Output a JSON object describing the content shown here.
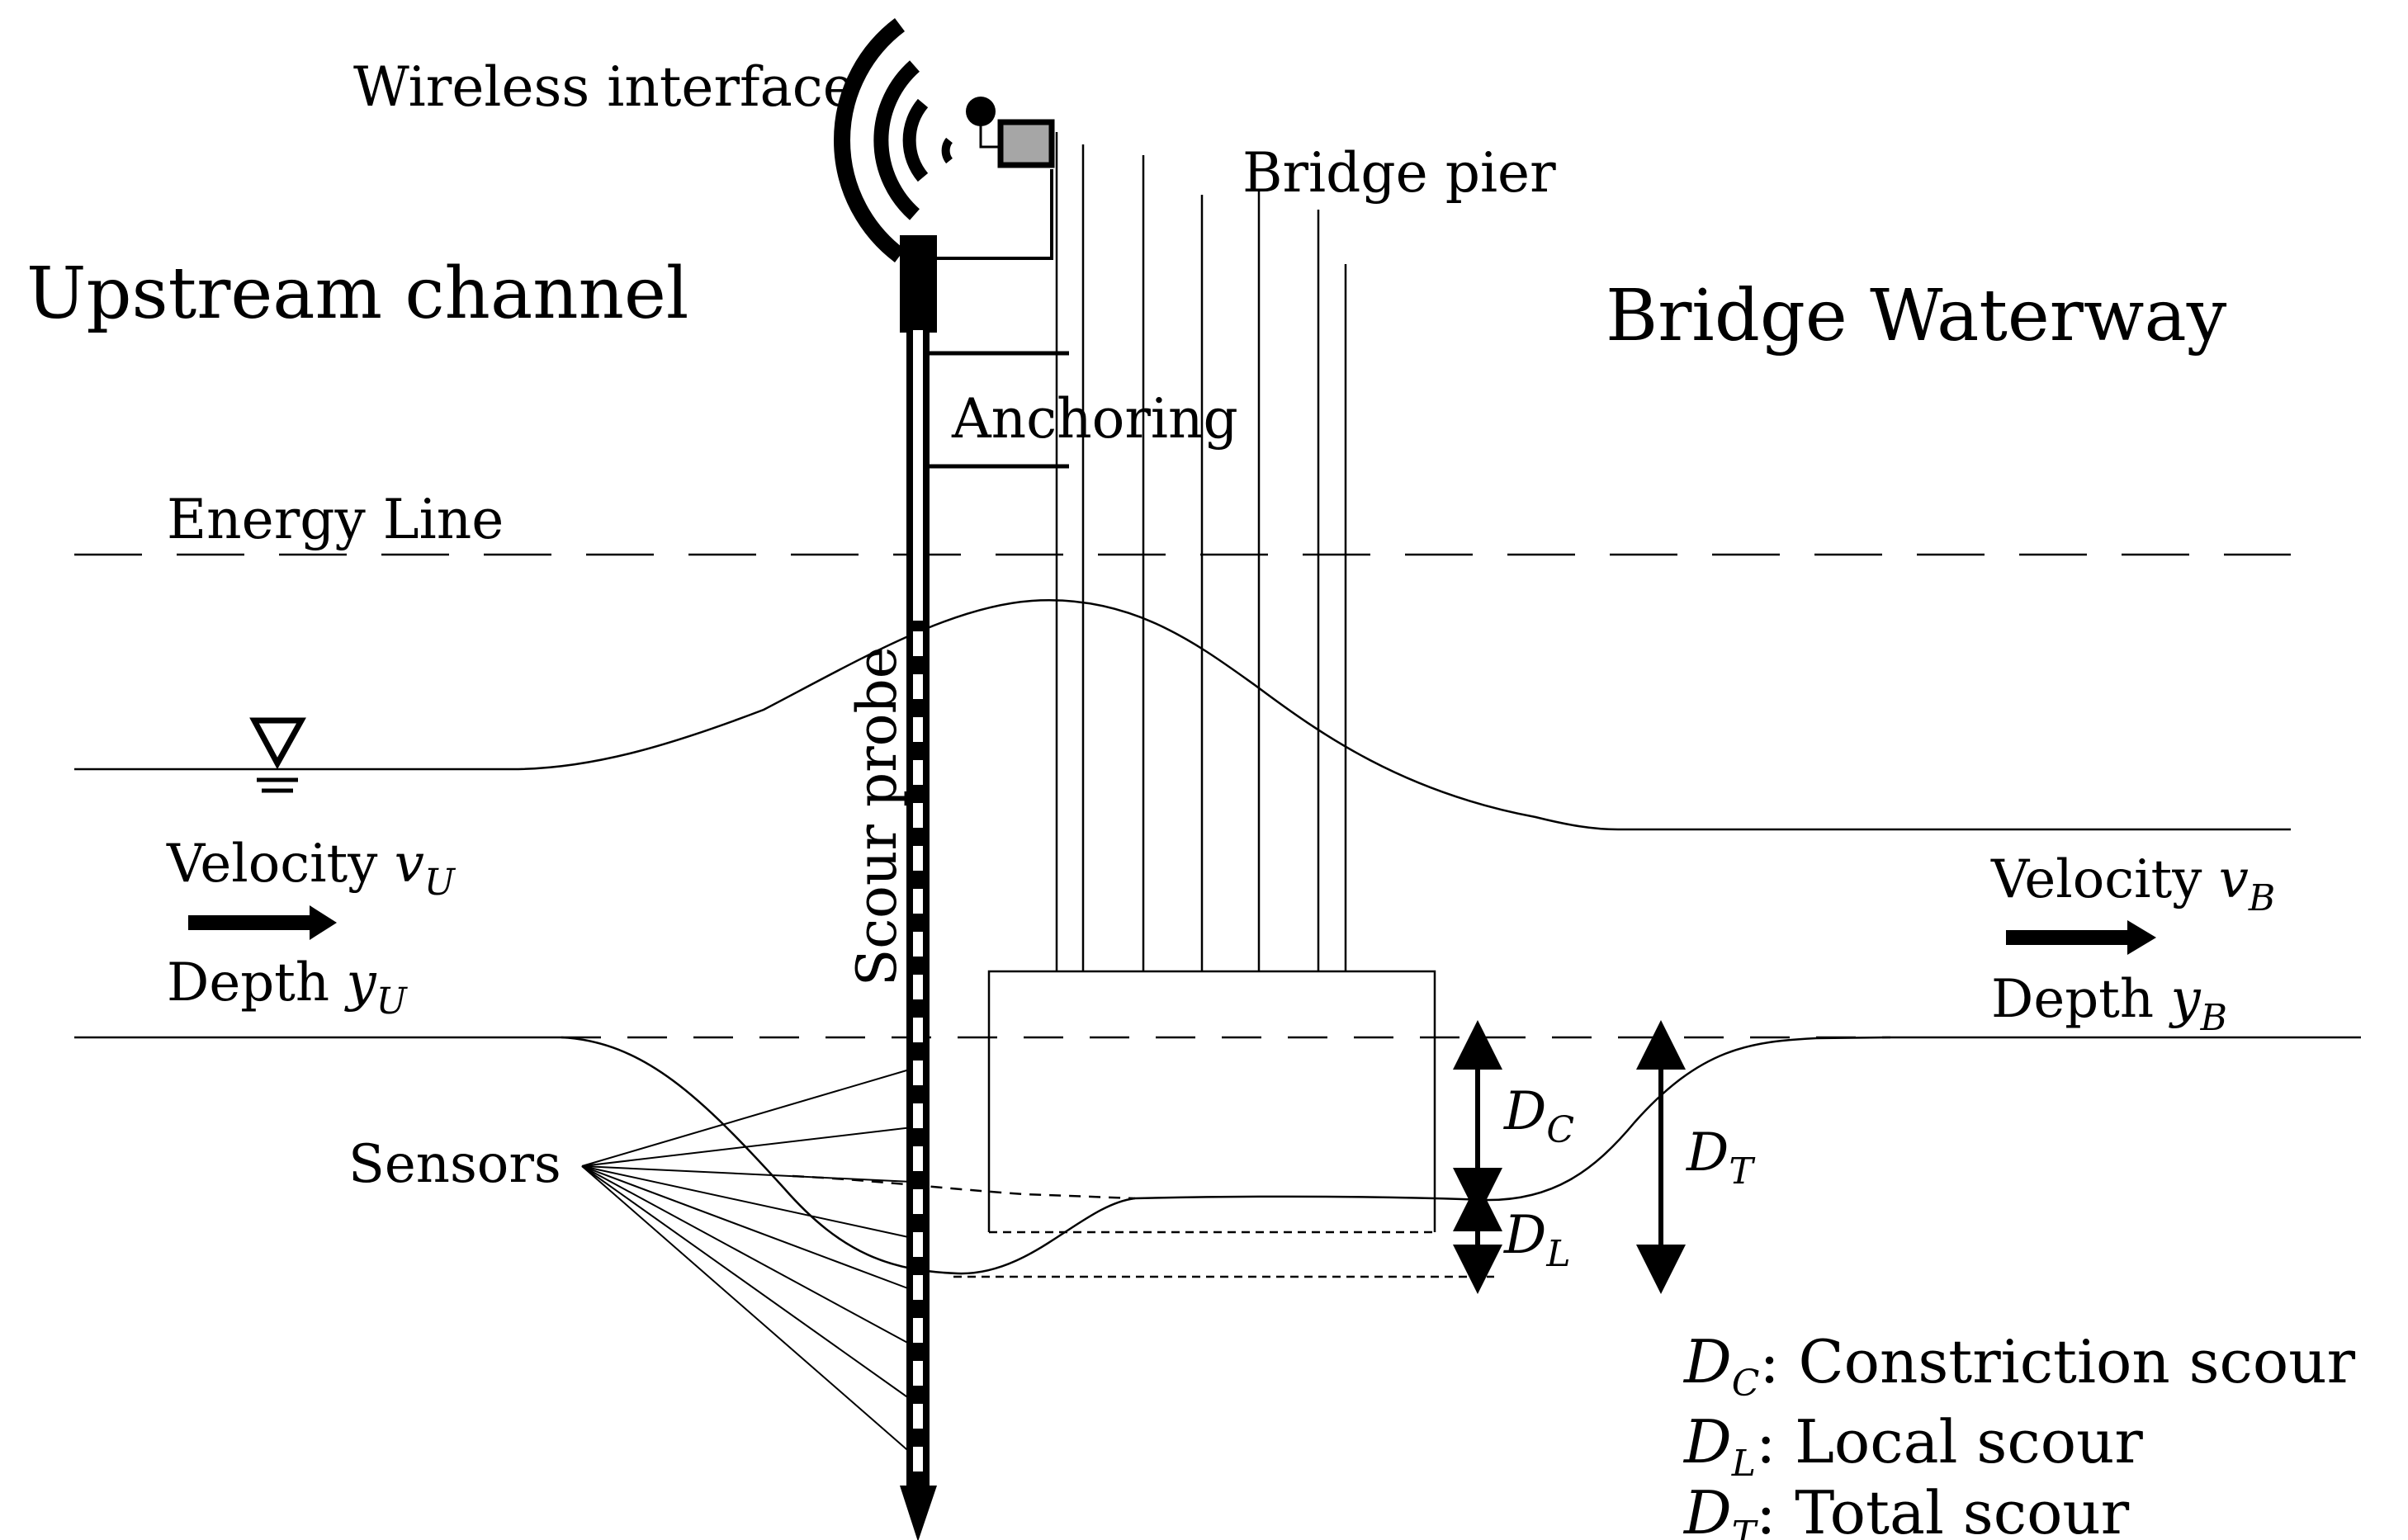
{
  "labels": {
    "wireless_interface": "Wireless interface",
    "bridge_pier": "Bridge pier",
    "upstream_channel": "Upstream channel",
    "bridge_waterway": "Bridge Waterway",
    "anchoring": "Anchoring",
    "energy_line": "Energy Line",
    "scour_probe": "Scour probe",
    "sensors": "Sensors",
    "velocity": "Velocity",
    "depth": "Depth"
  },
  "symbols": {
    "v": "v",
    "y": "y",
    "D": "D",
    "sub_U": "U",
    "sub_B": "B",
    "sub_C": "C",
    "sub_L": "L",
    "sub_T": "T"
  },
  "legend": {
    "constriction": ": Constriction scour",
    "local": ": Local scour",
    "total": ": Total scour"
  },
  "icons": {
    "wireless": "wireless-signal-icon",
    "water_surface": "water-surface-triangle-icon"
  },
  "colors": {
    "line": "#000000",
    "device": "#a6a6a6"
  }
}
